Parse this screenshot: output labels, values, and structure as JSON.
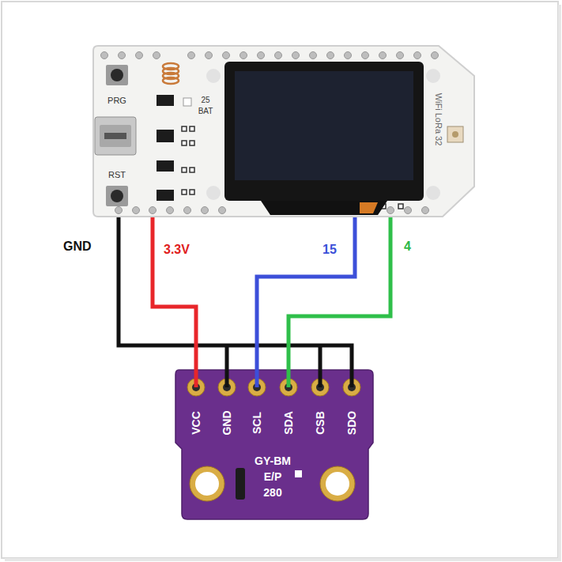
{
  "diagram": {
    "nodes": [
      {
        "text": [
          "PRG",
          "RST",
          "25",
          "BAT",
          "WiFi LoRa 32"
        ]
      },
      {
        "text": [
          "VCC",
          "GND",
          "SCL",
          "SDA",
          "CSB",
          "SDO",
          "GY-BM E/P 280"
        ]
      }
    ],
    "edges": [
      {
        "from": 0,
        "to": 1,
        "arrow": "none",
        "label": "GND"
      },
      {
        "from": 0,
        "to": 1,
        "arrow": "none",
        "label": "3.3V"
      },
      {
        "from": 0,
        "to": 1,
        "arrow": "none",
        "label": "15"
      },
      {
        "from": 0,
        "to": 1,
        "arrow": "none",
        "label": "4"
      }
    ]
  }
}
